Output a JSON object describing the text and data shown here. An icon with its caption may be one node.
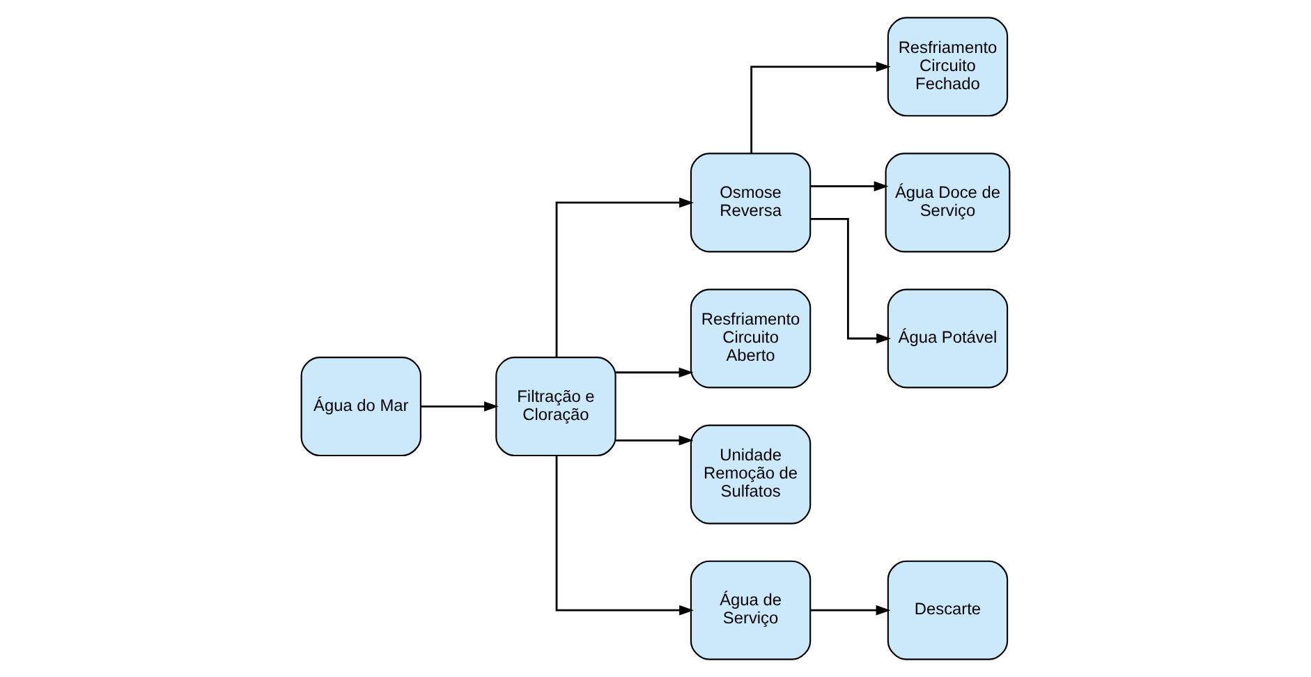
{
  "diagram": {
    "nodes": [
      {
        "text": [
          "Água do Mar"
        ]
      },
      {
        "text": [
          "Filtração e Cloração"
        ]
      },
      {
        "text": [
          "Osmose Reversa"
        ]
      },
      {
        "text": [
          "Resfriamento Circuito Fechado"
        ]
      },
      {
        "text": [
          "Resfriamento Circuito Aberto"
        ]
      },
      {
        "text": [
          "Água Doce de Serviço"
        ]
      },
      {
        "text": [
          "Unidade Remoção de Sulfatos"
        ]
      },
      {
        "text": [
          "Água Potável"
        ]
      },
      {
        "text": [
          "Água de Serviço"
        ]
      },
      {
        "text": [
          "Descarte"
        ]
      }
    ],
    "edges": [
      {
        "from": 0,
        "to": 1,
        "arrow": "to"
      },
      {
        "from": 1,
        "to": 2,
        "arrow": "to"
      },
      {
        "from": 1,
        "to": 4,
        "arrow": "to"
      },
      {
        "from": 1,
        "to": 6,
        "arrow": "to"
      },
      {
        "from": 1,
        "to": 8,
        "arrow": "to"
      },
      {
        "from": 8,
        "to": 9,
        "arrow": "to"
      },
      {
        "from": 2,
        "to": 3,
        "arrow": "to"
      },
      {
        "from": 2,
        "to": 5,
        "arrow": "to"
      },
      {
        "from": 2,
        "to": 7,
        "arrow": "to"
      }
    ]
  }
}
